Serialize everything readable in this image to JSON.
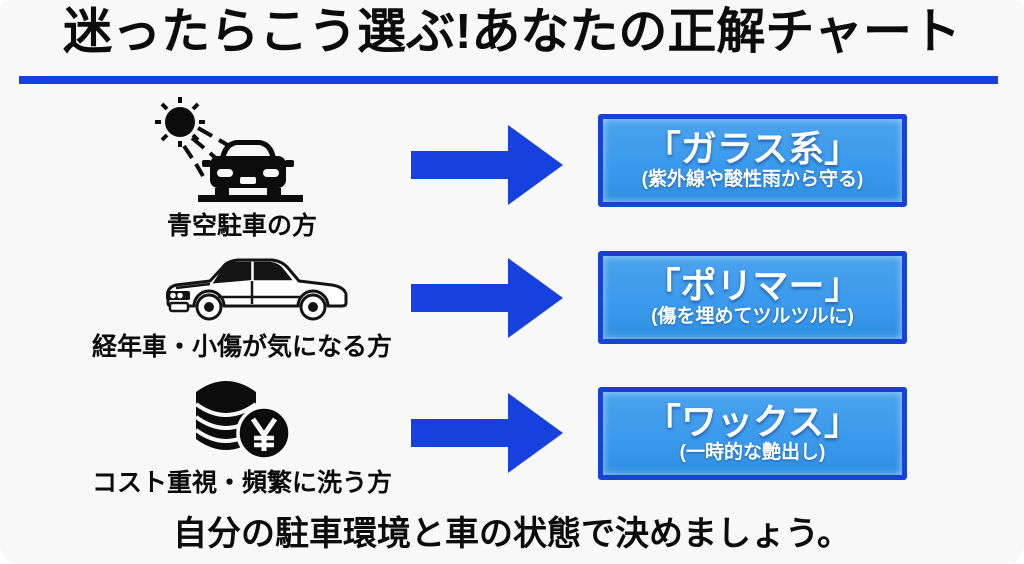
{
  "title": "迷ったらこう選ぶ!あなたの正解チャート",
  "footer": "自分の駐車環境と車の状態で決めましょう。",
  "colors": {
    "accent_blue": "#1641de",
    "box_fill": "#3b9aec",
    "box_border": "#1643d6",
    "background": "#f8f8f8",
    "text": "#0c0c0c",
    "box_text": "#ffffff"
  },
  "rows": [
    {
      "icon": "sun-car-icon",
      "label": "青空駐車の方",
      "result": "「ガラス系」",
      "note": "(紫外線や酸性雨から守る)"
    },
    {
      "icon": "classic-car-icon",
      "label": "経年車・小傷が気になる方",
      "result": "「ポリマー」",
      "note": "(傷を埋めてツルツルに)"
    },
    {
      "icon": "yen-coins-icon",
      "label": "コスト重視・頻繁に洗う方",
      "result": "「ワックス」",
      "note": "(一時的な艶出し)"
    }
  ]
}
